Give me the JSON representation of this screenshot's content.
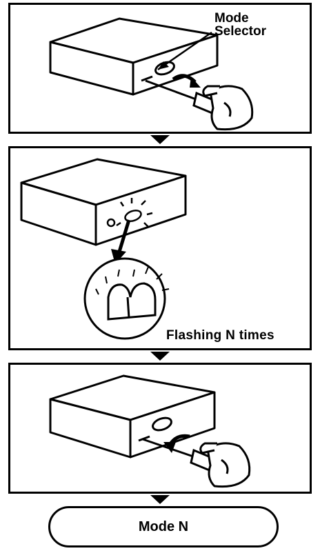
{
  "steps": [
    {
      "label_line1": "Mode",
      "label_line2": "Selector"
    },
    {
      "label": "Flashing N times"
    },
    {}
  ],
  "result": {
    "label": "Mode N"
  },
  "icons": [
    "down-arrow-icon",
    "hand-with-screwdriver-icon",
    "flashing-led-icon",
    "magnifier-circle-icon"
  ]
}
